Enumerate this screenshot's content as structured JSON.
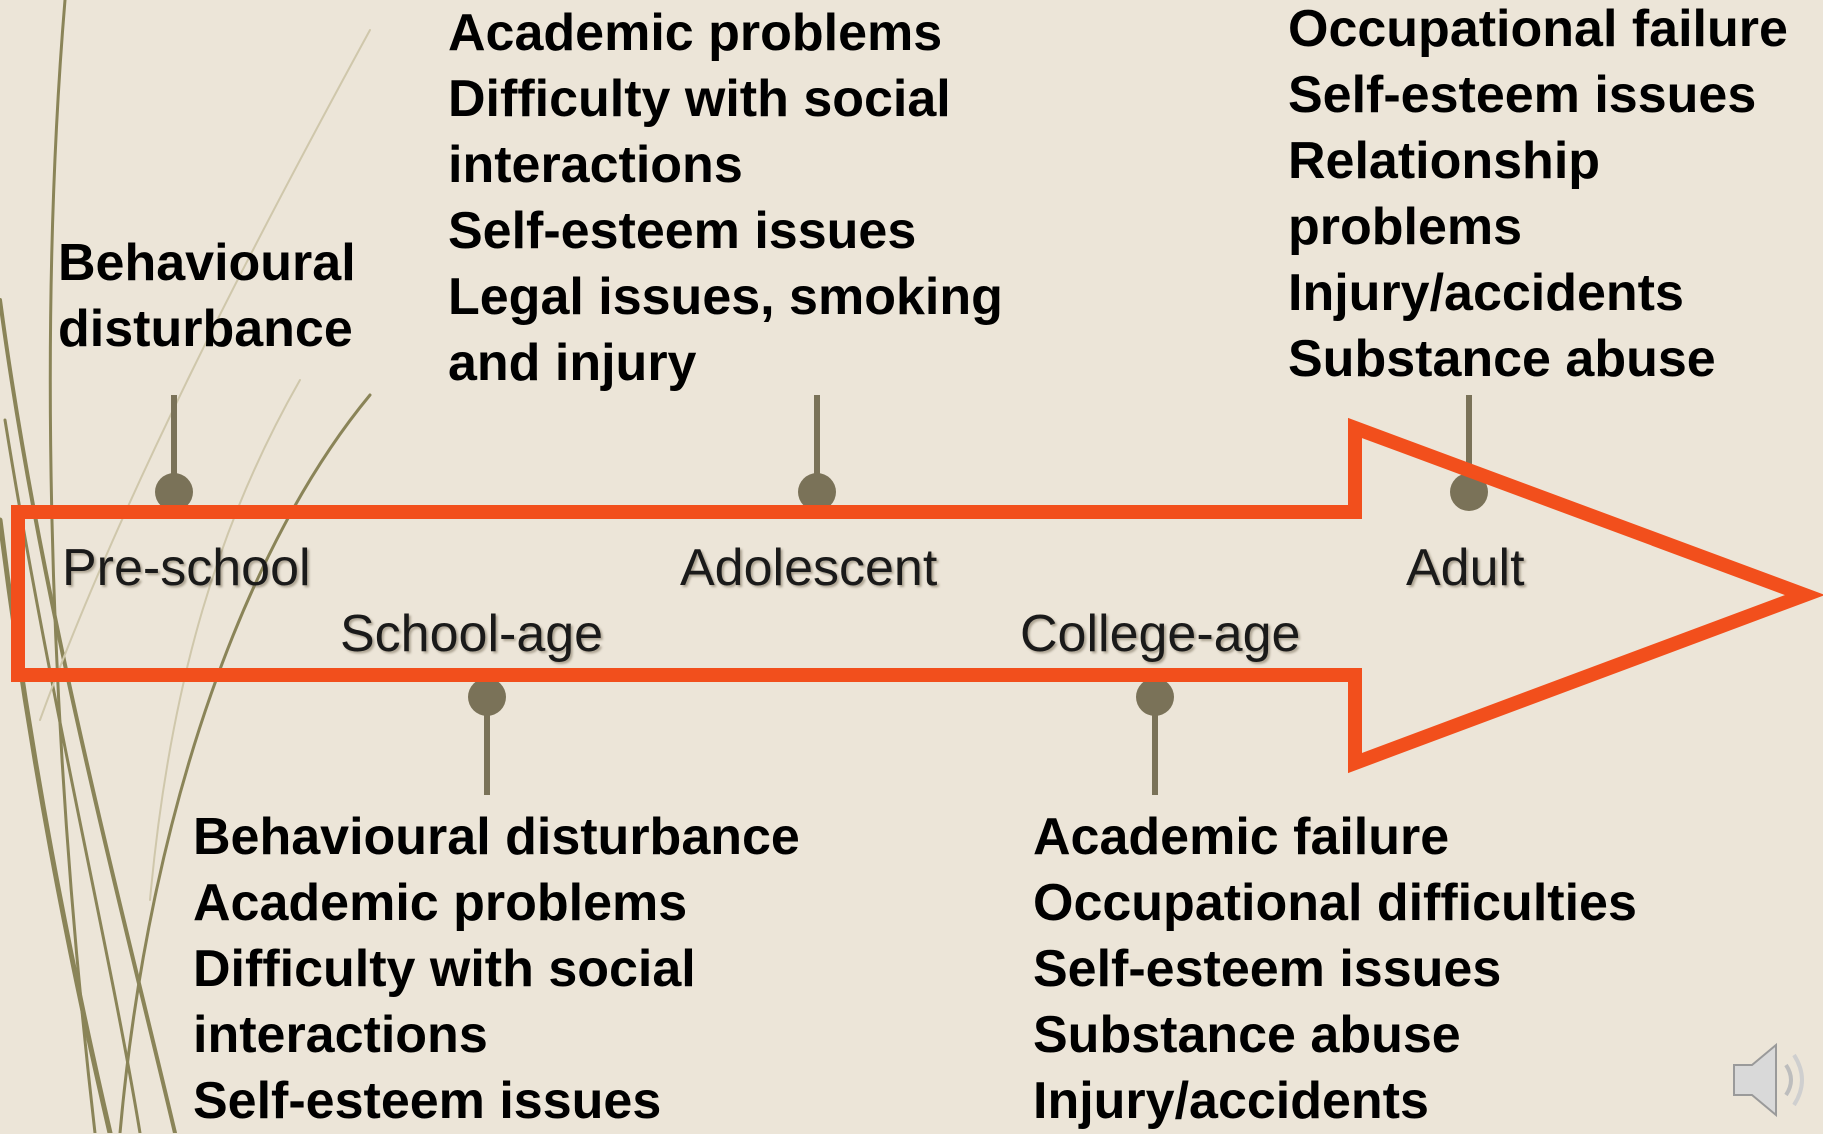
{
  "colors": {
    "background": "#ece5d8",
    "arrow_outline": "#f24f1c",
    "connector": "#7a7258",
    "grass": "#8a8458"
  },
  "stages": [
    {
      "id": "pre-school",
      "label": "Pre-school"
    },
    {
      "id": "school-age",
      "label": "School-age"
    },
    {
      "id": "adolescent",
      "label": "Adolescent"
    },
    {
      "id": "college-age",
      "label": "College-age"
    },
    {
      "id": "adult",
      "label": "Adult"
    }
  ],
  "outcomes": {
    "pre_school": [
      "Behavioural",
      "disturbance"
    ],
    "school_age": [
      "Behavioural disturbance",
      "Academic problems",
      "Difficulty with social",
      "interactions",
      "Self-esteem issues"
    ],
    "adolescent": [
      "Academic problems",
      "Difficulty with social",
      "interactions",
      "Self-esteem issues",
      "Legal issues, smoking",
      "and injury"
    ],
    "college_age": [
      "Academic failure",
      "Occupational difficulties",
      "Self-esteem issues",
      "Substance abuse",
      "Injury/accidents"
    ],
    "adult": [
      "Occupational failure",
      "Self-esteem issues",
      "Relationship",
      "problems",
      "Injury/accidents",
      "Substance abuse"
    ]
  },
  "icons": {
    "speaker": "speaker-icon"
  }
}
